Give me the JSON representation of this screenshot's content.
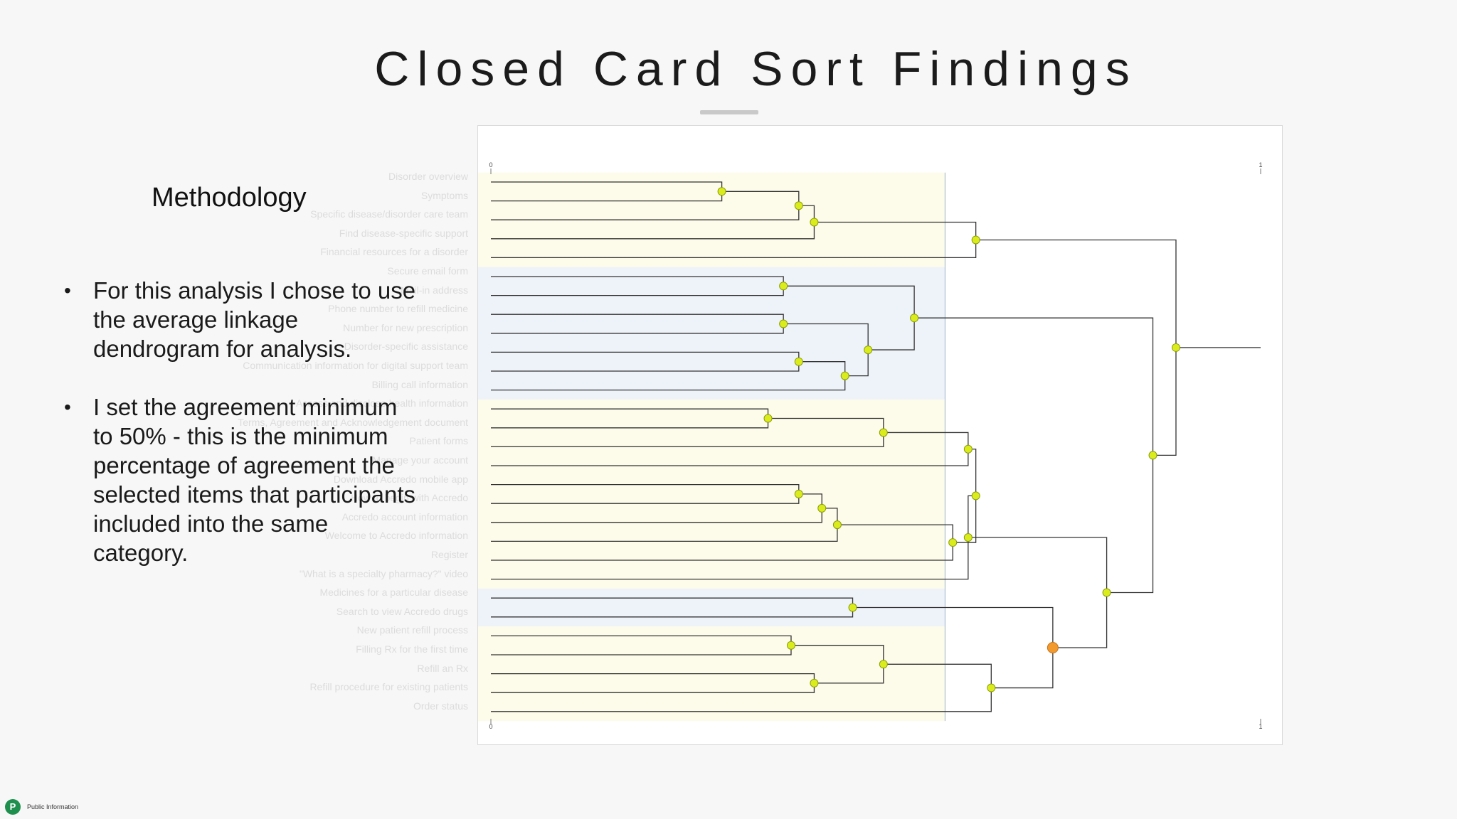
{
  "slide": {
    "title": "Closed Card Sort Findings",
    "section_heading": "Methodology",
    "bullets": [
      "For this analysis I chose to use the average linkage dendrogram for analysis.",
      "I set the agreement minimum to 50% - this is the minimum percentage of agreement the selected items that participants included into the same category."
    ],
    "footer": {
      "logo_letter": "P",
      "text": "Public Information"
    }
  },
  "dendrogram": {
    "scale": {
      "min": "0",
      "max": "1"
    },
    "agreement_minimum": 0.5,
    "colors": {
      "group_a": "#fdfbe9",
      "group_b": "#eef3f9",
      "node": "#dbec1c",
      "node_stroke": "#8a9d0a",
      "cut_node": "#f29a2e",
      "line": "#333333"
    },
    "cards": [
      "Disorder overview",
      "Symptoms",
      "Specific disease/disorder care team",
      "Find disease-specific support",
      "Financial resources for a disorder",
      "Secure email form",
      "Mail-in address",
      "Phone number to refill medicine",
      "Number for new prescription",
      "Disorder-specific assistance",
      "Communication information for digital support team",
      "Billing call information",
      "Access and disclose health information",
      "Terms, Agreement and Acknowledgement document",
      "Patient forms",
      "Manage your account",
      "Download Accredo mobile app",
      "How to begin with Accredo",
      "Accredo account information",
      "Welcome to Accredo information",
      "Register",
      "\"What is a specialty pharmacy?\" video",
      "Medicines for a particular disease",
      "Search to view Accredo drugs",
      "New patient refill process",
      "Filling Rx for the first time",
      "Refill an Rx",
      "Refill procedure for existing patients",
      "Order status"
    ]
  }
}
